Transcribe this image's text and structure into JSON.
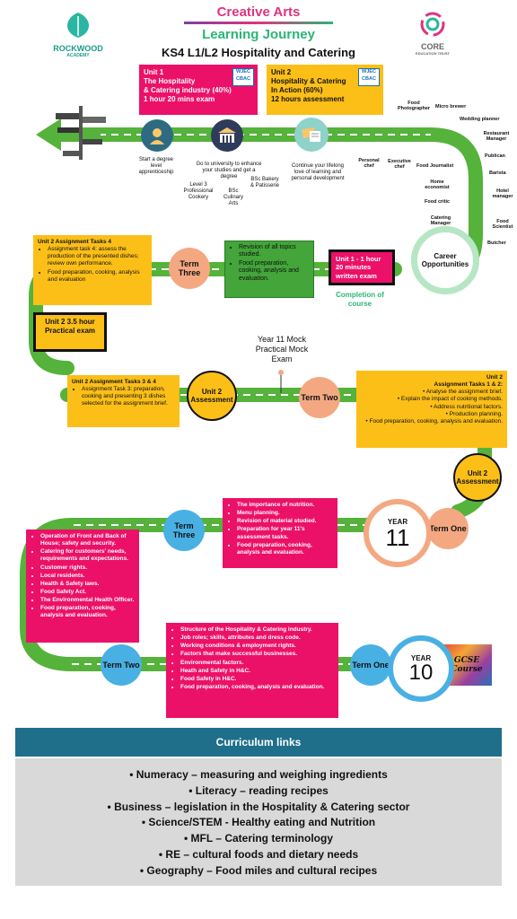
{
  "header": {
    "title_line1": "Creative Arts",
    "title_line2": "Learning Journey",
    "subtitle": "KS4 L1/L2 Hospitality and Catering",
    "left_logo_name": "ROCKWOOD",
    "left_logo_sub": "ACADEMY",
    "right_logo_name": "CORE",
    "right_logo_sub": "EDUCATION TRUST"
  },
  "unit1_box": {
    "heading": "Unit 1",
    "line1": "The Hospitality",
    "line2": "& Catering industry (40%)",
    "line3": "1 hour 20 mins exam",
    "badge_line1": "WJEC",
    "badge_line2": "CBAC"
  },
  "unit2_box": {
    "heading": "Unit 2",
    "line1": "Hospitality & Catering",
    "line2": "In Action (60%)",
    "line3": "12 hours assessment",
    "badge_line1": "WJEC",
    "badge_line2": "CBAC"
  },
  "pathways": {
    "apprenticeship": "Start a degree level apprenticeship",
    "university": "Go to university to enhance your studies and get a degree",
    "lifelong": "Continue your lifelong love of learning and personal development",
    "level3": "Level 3 Professional Cookery",
    "bsc_culinary": "BSc Culinary Arts",
    "bsc_bakery": "BSc Bakery & Patisserie"
  },
  "careers": {
    "food_photographer": "Food Photographer",
    "micro_brewer": "Micro brewer",
    "wedding_planner": "Wedding planner",
    "restaurant_manager": "Restaurant Manager",
    "publican": "Publican",
    "personal_chef": "Personal chef",
    "executive_chef": "Executive chef",
    "food_journalist": "Food Journalist",
    "barista": "Barista",
    "home_economist": "Home economist",
    "hotel_manager": "Hotel manager",
    "food_critic": "Food critic",
    "catering_manager": "Catering Manager",
    "food_scientist": "Food Scientist",
    "butcher": "Butcher",
    "career_circle": "Career Opportunities"
  },
  "row_term3_y11_end": {
    "left_title": "Unit 2 Assignment Tasks 4",
    "left_items": [
      "Assignment task 4: assess the production of the presented dishes; review own performance.",
      "Food preparation, cooking, analysis and evaluation"
    ],
    "term_label": "Term Three",
    "green_items": [
      "Revision of all topics studied.",
      "Food preparation, cooking, analysis and evaluation."
    ],
    "exam_box": "Unit 1 - 1 hour 20 minutes written exam",
    "completion": "Completion of course"
  },
  "unit2_practical": "Unit 2 3.5 hour Practical exam",
  "mock_text": "Year 11 Mock Practical Mock Exam",
  "row_term2_y11": {
    "left_title": "Unit 2 Assignment Tasks 3 & 4",
    "left_items": [
      "Assignment Task 3: preparation, cooking and presenting 3 dishes selected for the assignment brief."
    ],
    "unit2_circle": "Unit 2 Assessment",
    "term_label": "Term Two",
    "right_title1": "Unit 2",
    "right_title2": "Assignment Tasks 1 & 2:",
    "right_items": [
      "Analyse the assignment brief.",
      "Explain the impact of cooking methods.",
      "Address nutritional factors.",
      "Production planning.",
      "Food preparation, cooking, analysis and evaluation."
    ],
    "unit2_circle_right": "Unit 2 Assessment"
  },
  "row_y11_term1": {
    "term1_label": "Term One",
    "year_label": "YEAR",
    "year_num": "11",
    "term3_label": "Term Three",
    "pink_items": [
      "The importance of nutrition.",
      "Menu planning.",
      "Revision of material studied.",
      "Preparation for year 11's assessment tasks.",
      "Food preparation, cooking, analysis and evaluation."
    ]
  },
  "row_y10_term3": {
    "items": [
      "Operation of Front and Back of House; safety and security.",
      "Catering for customers' needs, requirements and expectations.",
      "Customer rights.",
      "Local residents.",
      "Health & Safety laws.",
      "Food Safety Act.",
      "The Environmental Health Officer.",
      "Food preparation, cooking, analysis and evaluation."
    ]
  },
  "row_y10": {
    "term2_label": "Term Two",
    "term1_label": "Term One",
    "year_label": "YEAR",
    "year_num": "10",
    "gcse_line1": "GCSE",
    "gcse_line2": "Course",
    "pink_items": [
      "Structure of the Hospitality & Catering industry.",
      "Job roles; skills, attributes and dress code.",
      "Working conditions & employment rights.",
      "Factors that make successful businesses.",
      "Environmental factors.",
      "Heath and Safety in H&C.",
      "Food Safety in H&C.",
      "Food preparation, cooking, analysis and evaluation."
    ]
  },
  "curriculum": {
    "heading": "Curriculum links",
    "items": [
      "Numeracy – measuring and weighing ingredients",
      "Literacy – reading recipes",
      "Business – legislation in the Hospitality & Catering sector",
      "Science/STEM - Healthy eating and Nutrition",
      "MFL – Catering terminology",
      "RE – cultural foods and dietary needs",
      "Geography – Food miles and cultural recipes"
    ]
  },
  "colors": {
    "road_green": "#55b23a",
    "pink": "#ec1168",
    "yellow": "#fbbf18",
    "peach": "#f4a882",
    "blue": "#49b0e3",
    "teal_heading": "#1f6f8b"
  }
}
